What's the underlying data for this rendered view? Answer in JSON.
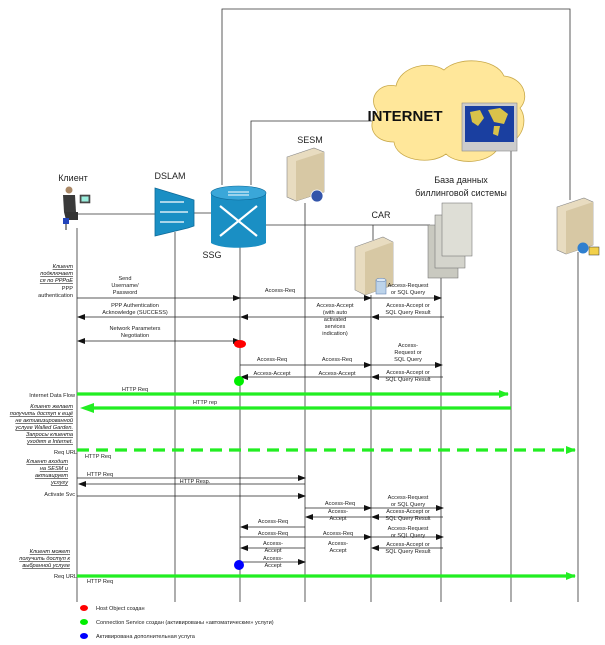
{
  "nodes": {
    "client": "Клиент",
    "dslam": "DSLAM",
    "ssg": "SSG",
    "sesm": "SESM",
    "car": "CAR",
    "db": [
      "База данных",
      "биллинговой системы"
    ],
    "internet": "INTERNET"
  },
  "notes": {
    "pppoe": [
      "Клиент",
      "подключает",
      "ся по PPPoE"
    ],
    "ppp_auth": [
      "PPP",
      "authentication"
    ],
    "walled": [
      "Клиент желает",
      "получить доступ к ещё",
      "не активизированной",
      "услуге Walled Garden.",
      "Запросы клиента",
      "уходят в Internet."
    ],
    "sesm": [
      "Клиент входит",
      "на SESM и",
      "активирует",
      "услугу"
    ],
    "access": [
      "Клиент может",
      "получить доступ к",
      "выбранной услуге"
    ],
    "internet_flow": "Internet Data Flow",
    "req_url_1": "Req URL",
    "activate": "Activate Svc",
    "req_url_2": "Req URL"
  },
  "messages": [
    {
      "lines": [
        "Send",
        "Username/",
        "Password"
      ]
    },
    {
      "lines": [
        "Access-Req"
      ]
    },
    {
      "lines": [
        "Access-Request",
        "or SQL Query"
      ]
    },
    {
      "lines": [
        "PPP Authentication",
        "Acknowledge (SUCCESS)"
      ]
    },
    {
      "lines": [
        "Access-Accept",
        "(with auto",
        "activated",
        "services",
        "indication)"
      ]
    },
    {
      "lines": [
        "Access-Accept or",
        "SQL Query Result"
      ]
    },
    {
      "lines": [
        "Network Parameters",
        "Negotiation"
      ]
    },
    {
      "lines": [
        "Access-Req"
      ]
    },
    {
      "lines": [
        "Access-Req"
      ]
    },
    {
      "lines": [
        "Access-",
        "Request or",
        "SQL Query"
      ]
    },
    {
      "lines": [
        "Access-Accept"
      ]
    },
    {
      "lines": [
        "Access-Accept"
      ]
    },
    {
      "lines": [
        "Access-Accept or",
        "SQL Query Result"
      ]
    },
    {
      "lines": [
        "HTTP Req"
      ]
    },
    {
      "lines": [
        "HTTP rep"
      ]
    },
    {
      "lines": [
        "HTTP Req"
      ]
    },
    {
      "lines": [
        "HTTP Req"
      ]
    },
    {
      "lines": [
        "HTTP Resp."
      ]
    },
    {
      "lines": [
        "Access-Req"
      ]
    },
    {
      "lines": [
        "Access-Request",
        "or SQL Query"
      ]
    },
    {
      "lines": [
        "Access-",
        "Accept"
      ]
    },
    {
      "lines": [
        "Access-Accept or",
        "SQL Query Result"
      ]
    },
    {
      "lines": [
        "Access-Req"
      ]
    },
    {
      "lines": [
        "Access-Req"
      ]
    },
    {
      "lines": [
        "Access-Req"
      ]
    },
    {
      "lines": [
        "Access-Request",
        "or SQL Query"
      ]
    },
    {
      "lines": [
        "Access-",
        "Accept"
      ]
    },
    {
      "lines": [
        "Access-",
        "Accept"
      ]
    },
    {
      "lines": [
        "Access-Accept or",
        "SQL Query Result"
      ]
    },
    {
      "lines": [
        "Access-",
        "Accept"
      ]
    },
    {
      "lines": [
        "HTTP Req"
      ]
    }
  ],
  "legend": [
    {
      "color": "#ff0000",
      "label": "Host Object создан"
    },
    {
      "color": "#00ee00",
      "label": "Connection Service создан (активированы «автоматические» услуги)"
    },
    {
      "color": "#0000ff",
      "label": "Активирована дополнительная услуга"
    }
  ],
  "colors": {
    "network_blue": "#1a8fc4",
    "http_flow": "#22ee22",
    "cloud": "#ffe79a",
    "server": "#e8dcc0"
  },
  "icons": {
    "client": "user-at-computer-icon",
    "dslam": "dslam-icon",
    "ssg": "router-icon",
    "sesm": "web-server-icon",
    "car": "database-server-icon",
    "db": "server-stack-icon",
    "internet": "cloud-icon",
    "web": "web-server-icon"
  }
}
